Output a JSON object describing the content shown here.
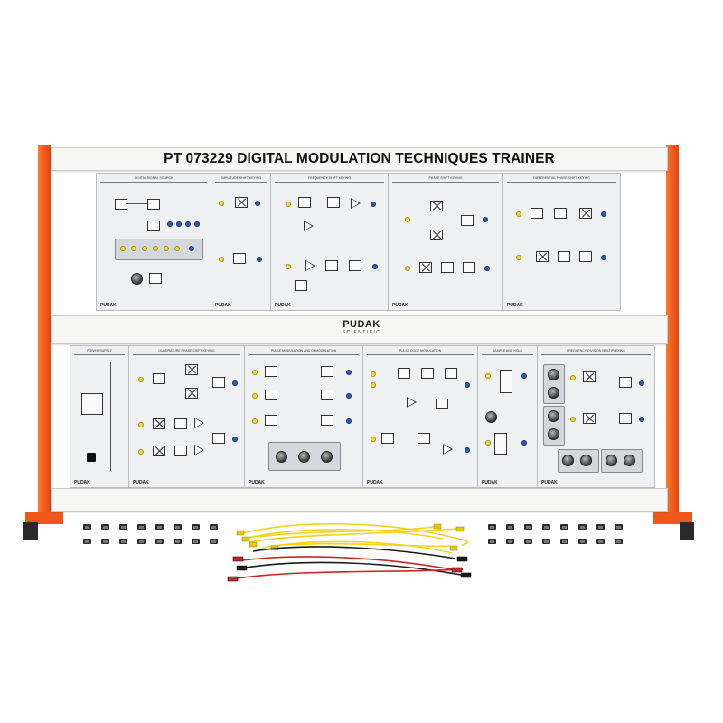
{
  "product": {
    "title": "PT 073229 DIGITAL MODULATION TECHNIQUES TRAINER",
    "brand_main": "PUDAK",
    "brand_sub": "SCIENTIFIC",
    "panel_brand": "PUDAK"
  },
  "colors": {
    "frame": "#f0561a",
    "rail": "#f7f7f5",
    "panel": "#eef0f2",
    "jack_yellow": "#f1d63b",
    "jack_blue": "#2d5bb8",
    "lead_yellow": "#f4d21a",
    "lead_red": "#c62828",
    "lead_black": "#1a1a1a"
  },
  "top_panels": [
    {
      "label": "DIGITAL SIGNAL SOURCE"
    },
    {
      "label": "AMPLITUDE SHIFT KEYING"
    },
    {
      "label": "FREQUENCY SHIFT KEYING"
    },
    {
      "label": "PHASE SHIFT KEYING"
    },
    {
      "label": "DIFFERENTIAL PHASE SHIFT KEYING"
    }
  ],
  "bottom_panels": [
    {
      "label": "POWER SUPPLY"
    },
    {
      "label": "QUADRATURE PHASE SHIFT KEYING"
    },
    {
      "label": "PULSE MODULATION AND DEMODULATION"
    },
    {
      "label": "PULSE CODE MODULATION"
    },
    {
      "label": "SAMPLE AND HOLD"
    },
    {
      "label": "FREQUENCY DIVISION MULTIPLEXING"
    }
  ],
  "icons": [
    "mixer-icon",
    "amplifier-icon",
    "filter-icon",
    "knob-icon",
    "power-switch-icon",
    "banana-socket-icon"
  ]
}
